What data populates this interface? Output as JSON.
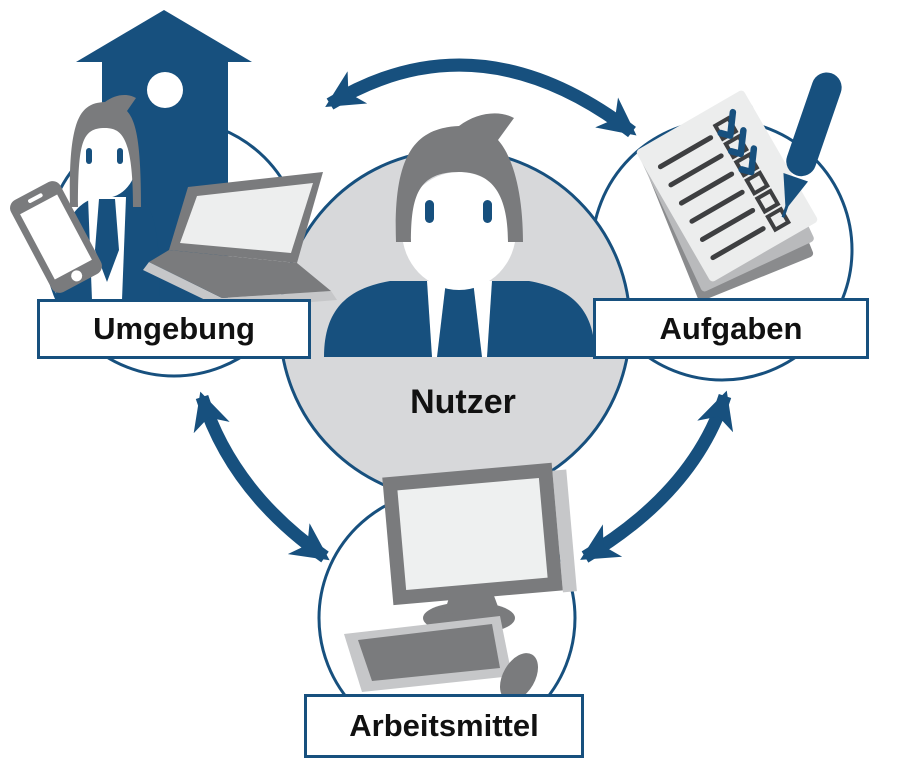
{
  "diagram": {
    "type": "concept-diagram",
    "language": "de",
    "center_node": {
      "id": "nutzer",
      "label": "Nutzer",
      "shape": "circle",
      "icon": "user-avatar-icon"
    },
    "nodes": [
      {
        "id": "umgebung",
        "label": "Umgebung",
        "position": "top-left",
        "shape": "circle-with-label-box",
        "icons": [
          "house-icon",
          "person-icon",
          "smartphone-icon",
          "laptop-icon"
        ]
      },
      {
        "id": "aufgaben",
        "label": "Aufgaben",
        "position": "top-right",
        "shape": "circle-with-label-box",
        "icons": [
          "checklist-icon",
          "pen-icon"
        ],
        "checklist": {
          "rows": 6,
          "checked": 3,
          "unchecked": 3
        }
      },
      {
        "id": "arbeitsmittel",
        "label": "Arbeitsmittel",
        "position": "bottom-center",
        "shape": "circle-with-label-box",
        "icons": [
          "monitor-icon",
          "keyboard-icon",
          "mouse-icon"
        ]
      }
    ],
    "arrows": [
      {
        "from": "umgebung",
        "to": "aufgaben",
        "bidirectional": true,
        "position": "top"
      },
      {
        "from": "umgebung",
        "to": "arbeitsmittel",
        "bidirectional": true,
        "position": "bottom-left"
      },
      {
        "from": "aufgaben",
        "to": "arbeitsmittel",
        "bidirectional": true,
        "position": "bottom-right"
      }
    ],
    "colors": {
      "accent_blue": "#17507e",
      "gray": "#7a7b7d",
      "light_gray": "#c6c7c9",
      "center_circle_fill": "#d7d8da",
      "page_fill": "#eceded",
      "checklist_line": "#3e3f41",
      "label_text": "#111111",
      "background": "#ffffff"
    }
  }
}
